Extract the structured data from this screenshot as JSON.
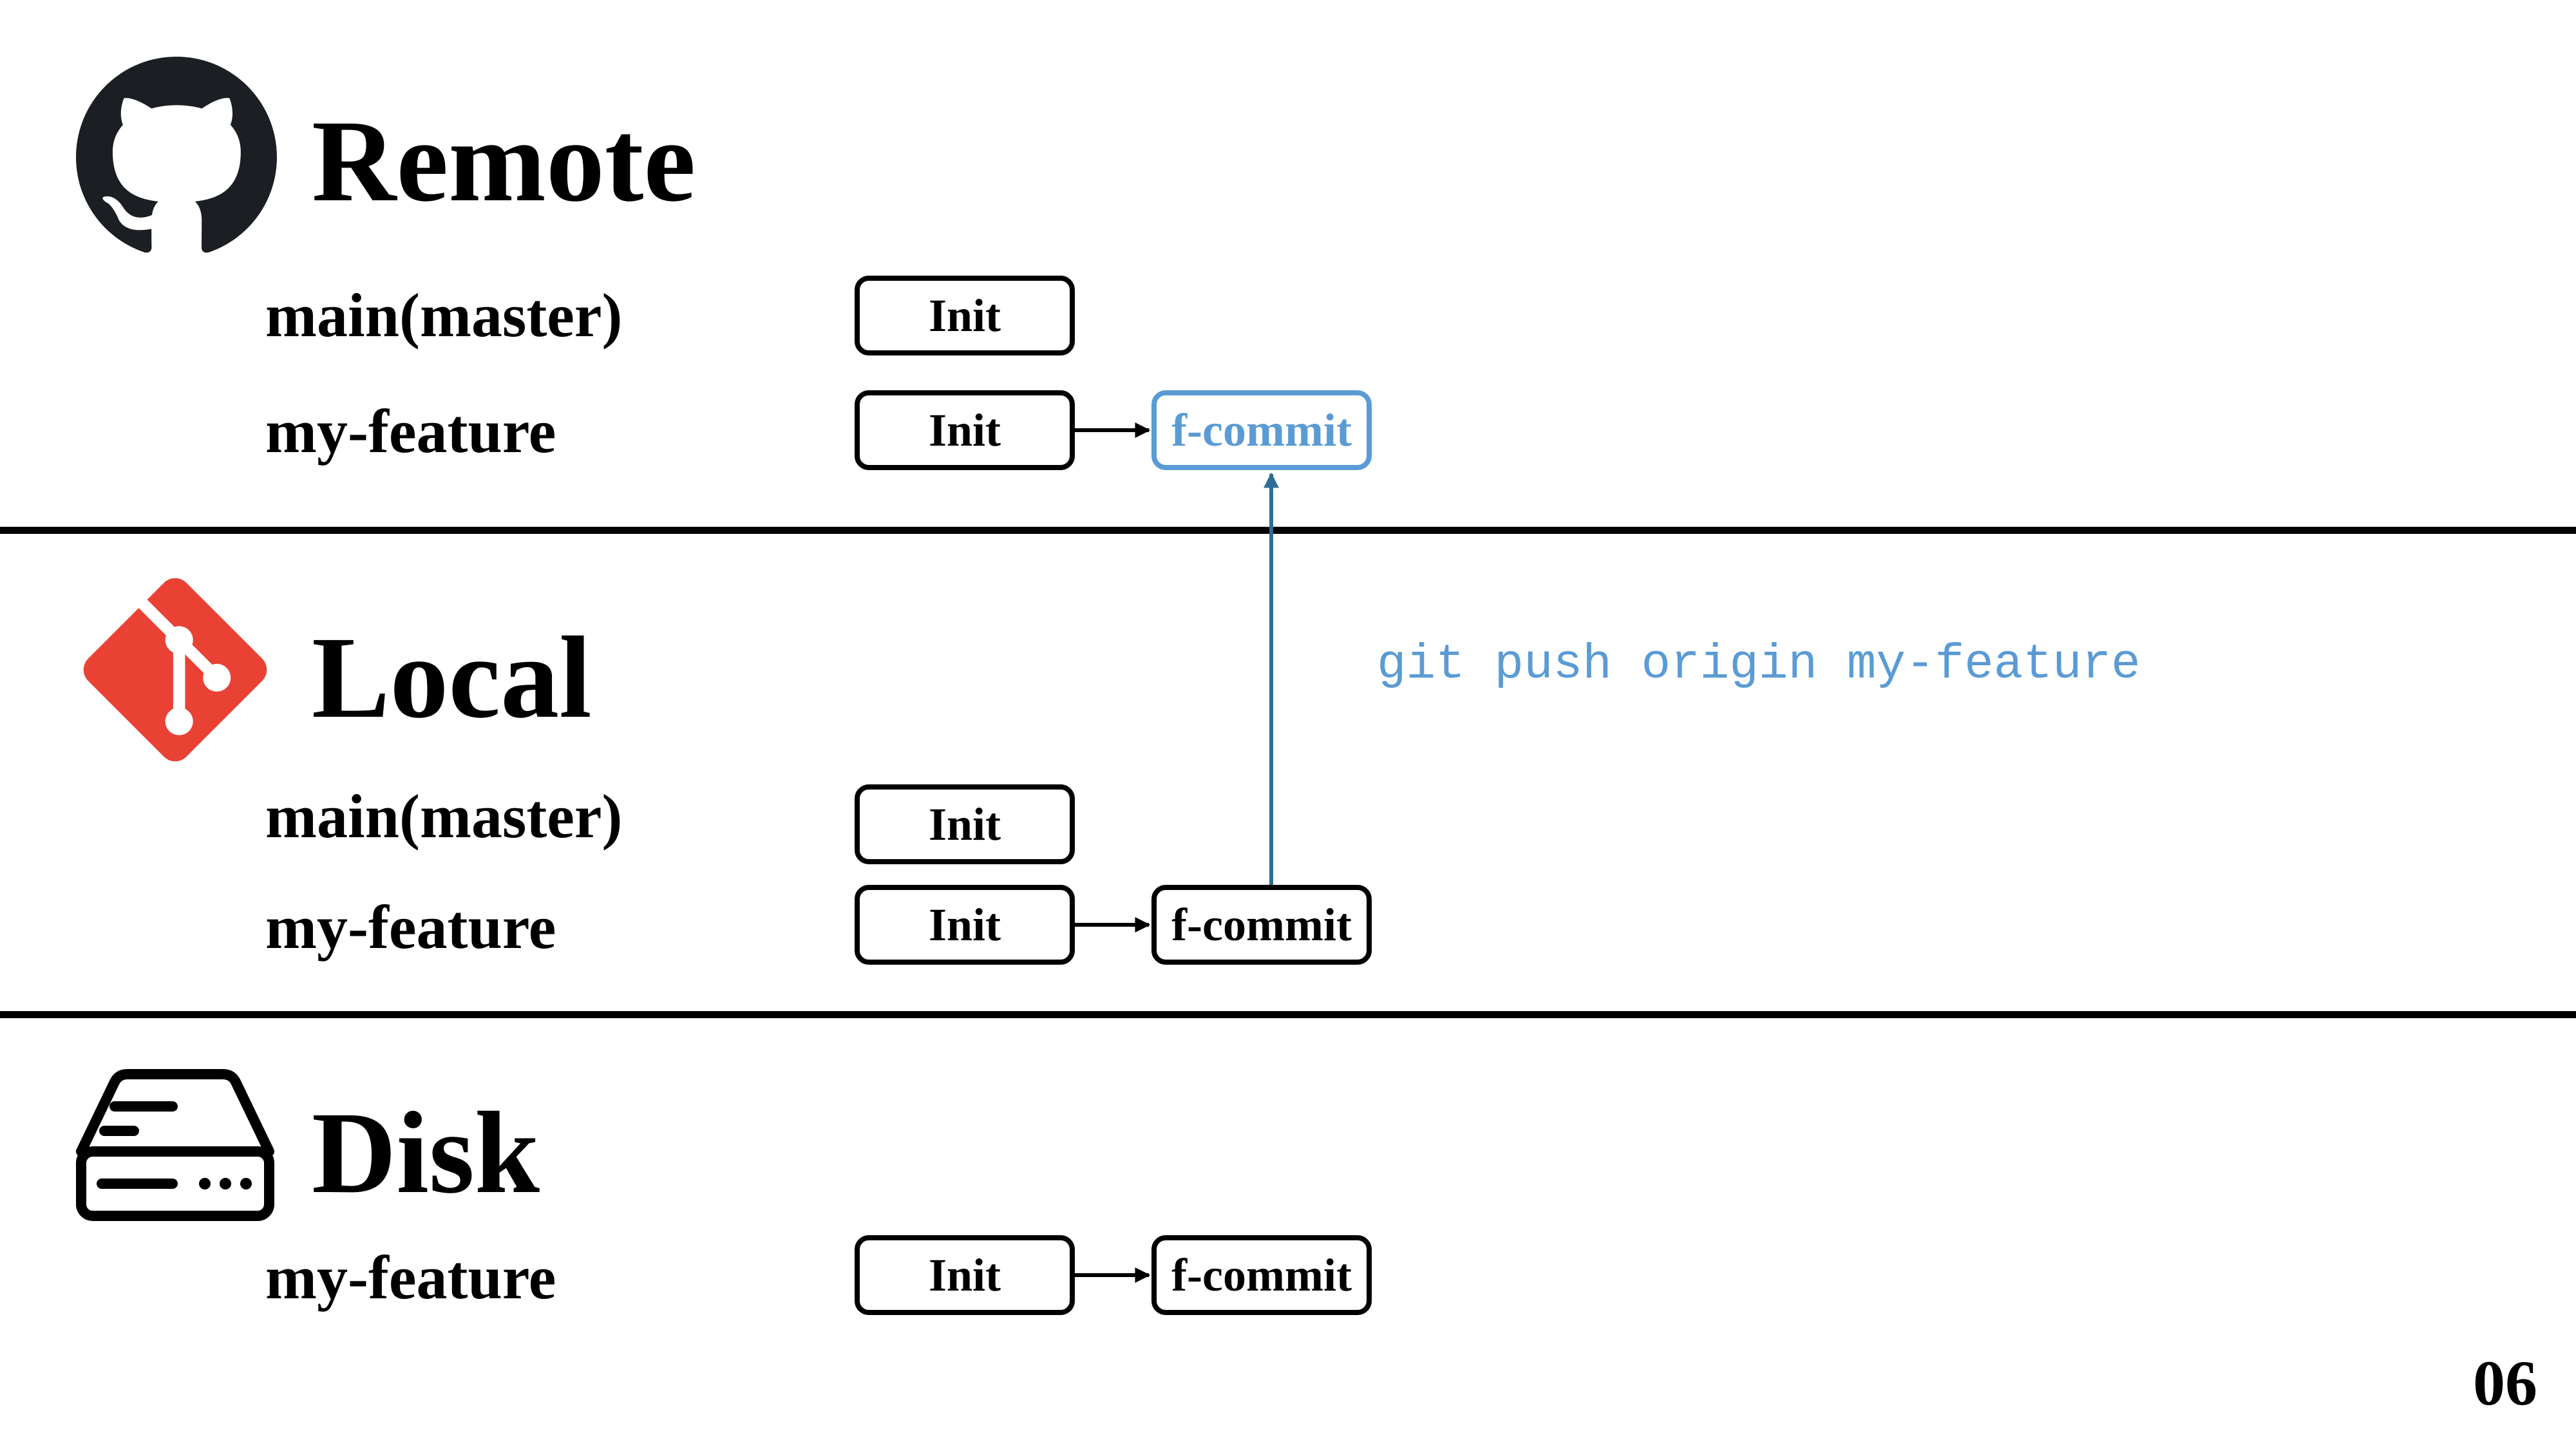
{
  "sections": {
    "remote": {
      "title": "Remote",
      "icon": "github-icon",
      "branches": {
        "main": "main(master)",
        "feature": "my-feature"
      },
      "commits": {
        "main_init": "Init",
        "feature_init": "Init",
        "feature_commit": "f-commit"
      }
    },
    "local": {
      "title": "Local",
      "icon": "git-icon",
      "branches": {
        "main": "main(master)",
        "feature": "my-feature"
      },
      "commits": {
        "main_init": "Init",
        "feature_init": "Init",
        "feature_commit": "f-commit"
      }
    },
    "disk": {
      "title": "Disk",
      "icon": "hard-drive-icon",
      "branches": {
        "feature": "my-feature"
      },
      "commits": {
        "feature_init": "Init",
        "feature_commit": "f-commit"
      }
    }
  },
  "command": "git push origin my-feature",
  "page_number": "06",
  "colors": {
    "text": "#000000",
    "accent": "#5b9bd5",
    "push_arrow": "#2e6e96",
    "git_logo": "#e94235",
    "github_logo": "#1b1f23"
  }
}
